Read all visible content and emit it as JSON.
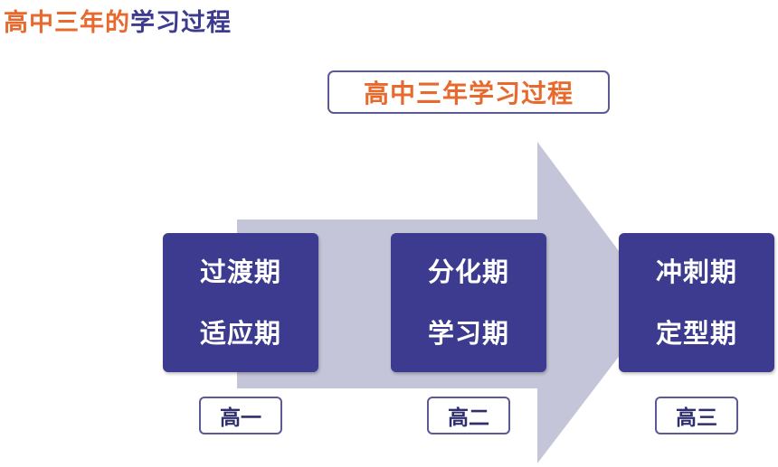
{
  "page_title": {
    "part_a": "高中三年的",
    "part_b": "学习过程"
  },
  "diagram_title": "高中三年学习过程",
  "stages": [
    {
      "lines": [
        "过渡期",
        "适应期"
      ],
      "year": "高一"
    },
    {
      "lines": [
        "分化期",
        "学习期"
      ],
      "year": "高二"
    },
    {
      "lines": [
        "冲刺期",
        "定型期"
      ],
      "year": "高三"
    }
  ],
  "colors": {
    "orange": "#e8692e",
    "navy": "#3c3b8f",
    "arrow": "#c4c5d8",
    "border": "#5b5a92"
  }
}
